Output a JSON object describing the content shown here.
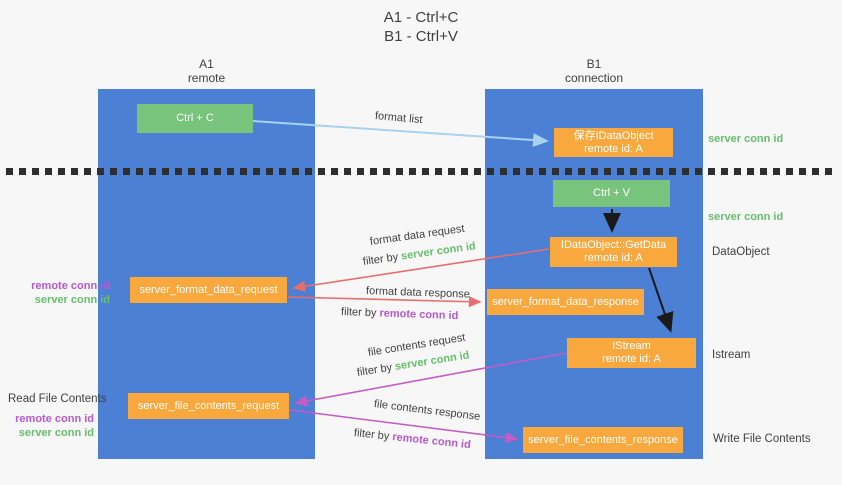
{
  "title": {
    "line1": "A1 - Ctrl+C",
    "line2": "B1 - Ctrl+V"
  },
  "lanes": {
    "a": {
      "name": "A1",
      "role": "remote"
    },
    "b": {
      "name": "B1",
      "role": "connection"
    }
  },
  "boxes": {
    "ctrl_c": {
      "label": "Ctrl + C"
    },
    "save_dataobject": {
      "line1": "保存IDataObject",
      "line2": "remote id: A"
    },
    "ctrl_v": {
      "label": "Ctrl + V"
    },
    "getdata": {
      "line1": "IDataObject::GetData",
      "line2": "remote id: A"
    },
    "format_request": {
      "label": "server_format_data_request"
    },
    "format_response": {
      "label": "server_format_data_response"
    },
    "istream": {
      "line1": "IStream",
      "line2": "remote id: A"
    },
    "file_request": {
      "label": "server_file_contents_request"
    },
    "file_response": {
      "label": "server_file_contents_response"
    }
  },
  "arrows": {
    "format_list": {
      "label": "format list"
    },
    "format_data_request": {
      "label": "format data request",
      "filter_prefix": "filter by ",
      "filter_key": "server conn id"
    },
    "format_data_response": {
      "label": "format data response",
      "filter_prefix": "filter by ",
      "filter_key": "remote conn id"
    },
    "file_contents_request": {
      "label": "file contents request",
      "filter_prefix": "filter by ",
      "filter_key": "server conn id"
    },
    "file_contents_response": {
      "label": "file contents response",
      "filter_prefix": "filter by ",
      "filter_key": "remote conn id"
    }
  },
  "side_labels": {
    "server_conn_id_top": "server conn id",
    "server_conn_id_mid": "server conn id",
    "dataobject": "DataObject",
    "istream": "Istream",
    "read_file_contents": "Read File Contents",
    "write_file_contents": "Write File Contents",
    "format_block": {
      "remote": "remote conn id",
      "server": "server conn id"
    },
    "file_block": {
      "remote": "remote conn id",
      "server": "server conn id"
    }
  },
  "colors": {
    "lane_blue": "#4b80d5",
    "box_green": "#79c47c",
    "box_orange": "#f8a83d",
    "arrow_light_blue": "#a9d2ee",
    "arrow_salmon": "#ea6d6e",
    "arrow_magenta": "#c55bc5",
    "arrow_black": "#1a1a1a",
    "label_green": "#66bf6a",
    "label_purple": "#b559cf",
    "text_dark": "#3f3f3f"
  }
}
